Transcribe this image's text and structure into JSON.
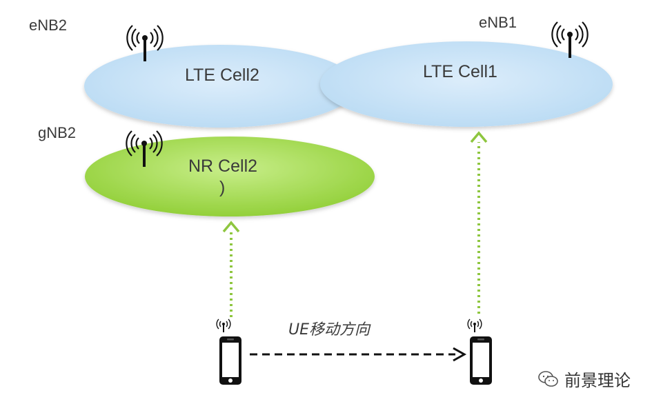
{
  "nodes": {
    "enb2": {
      "label": "eNB2"
    },
    "enb1": {
      "label": "eNB1"
    },
    "gnb2": {
      "label": "gNB2"
    }
  },
  "cells": {
    "lte_cell2": {
      "label": "LTE Cell2"
    },
    "lte_cell1": {
      "label": "LTE Cell1"
    },
    "nr_cell2": {
      "label": "NR Cell2",
      "sublabel": ")"
    }
  },
  "movement": {
    "label": "UE移动方向"
  },
  "watermark": {
    "text": "前景理论"
  },
  "colors": {
    "lte_fill": "#cfe6f8",
    "nr_fill": "#a9de5c",
    "link_green": "#8ec63f",
    "text": "#3a3a3a"
  },
  "icons": {
    "antenna": "antenna-icon",
    "phone": "mobile-phone-icon",
    "wechat": "wechat-icon"
  }
}
